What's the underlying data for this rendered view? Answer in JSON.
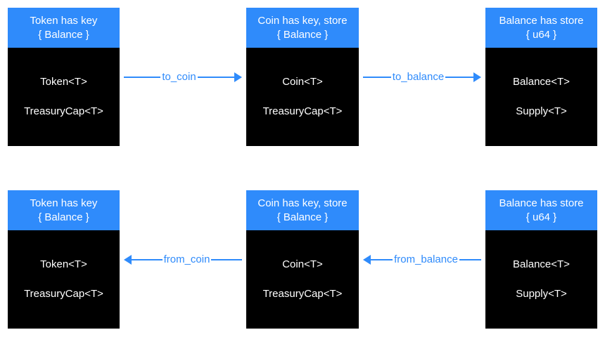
{
  "diagram": {
    "title": "Token / Coin / Balance conversion diagram",
    "colors": {
      "accent_blue": "#2f8bfb",
      "node_body": "#000000",
      "node_text": "#ffffff",
      "background": "#ffffff"
    },
    "rows": [
      {
        "id": "forward-row",
        "direction": "left-to-right",
        "nodes": [
          {
            "id": "token-node-top",
            "header_line1": "Token has key",
            "header_line2": "{ Balance }",
            "body_line1": "Token<T>",
            "body_line2": "TreasuryCap<T>"
          },
          {
            "id": "coin-node-top",
            "header_line1": "Coin has key, store",
            "header_line2": "{ Balance }",
            "body_line1": "Coin<T>",
            "body_line2": "TreasuryCap<T>"
          },
          {
            "id": "balance-node-top",
            "header_line1": "Balance has store",
            "header_line2": "{ u64 }",
            "body_line1": "Balance<T>",
            "body_line2": "Supply<T>"
          }
        ],
        "arrows": [
          {
            "id": "to-coin-arrow",
            "label": "to_coin",
            "direction": "right"
          },
          {
            "id": "to-balance-arrow",
            "label": "to_balance",
            "direction": "right"
          }
        ]
      },
      {
        "id": "reverse-row",
        "direction": "right-to-left",
        "nodes": [
          {
            "id": "token-node-bottom",
            "header_line1": "Token has key",
            "header_line2": "{ Balance }",
            "body_line1": "Token<T>",
            "body_line2": "TreasuryCap<T>"
          },
          {
            "id": "coin-node-bottom",
            "header_line1": "Coin has key, store",
            "header_line2": "{ Balance }",
            "body_line1": "Coin<T>",
            "body_line2": "TreasuryCap<T>"
          },
          {
            "id": "balance-node-bottom",
            "header_line1": "Balance has store",
            "header_line2": "{ u64 }",
            "body_line1": "Balance<T>",
            "body_line2": "Supply<T>"
          }
        ],
        "arrows": [
          {
            "id": "from-coin-arrow",
            "label": "from_coin",
            "direction": "left"
          },
          {
            "id": "from-balance-arrow",
            "label": "from_balance",
            "direction": "left"
          }
        ]
      }
    ]
  }
}
